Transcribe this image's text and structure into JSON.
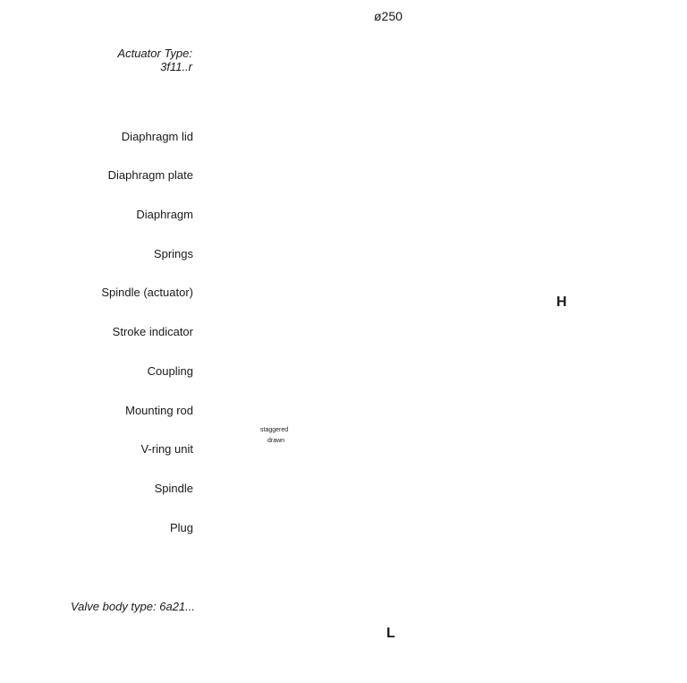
{
  "dimensions": {
    "diameter": "ø250",
    "height": "H",
    "length": "L"
  },
  "actuator_type": {
    "line1": "Actuator Type:",
    "line2": "3f11..r"
  },
  "valve_body_type": "Valve body type: 6a21...",
  "note": {
    "line1": "staggered",
    "line2": "drawn"
  },
  "labels": [
    "Diaphragm lid",
    "Diaphragm plate",
    "Diaphragm",
    "Springs",
    "Spindle (actuator)",
    "Stroke indicator",
    "Coupling",
    "Mounting rod",
    "V-ring unit",
    "Spindle",
    "Plug"
  ]
}
